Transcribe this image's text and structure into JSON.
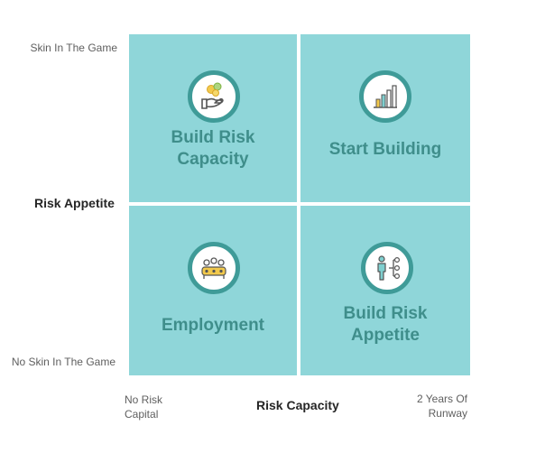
{
  "y_axis": {
    "top": "Skin In The Game",
    "title": "Risk Appetite",
    "bottom": "No Skin In The Game"
  },
  "x_axis": {
    "left_line1": "No Risk",
    "left_line2": "Capital",
    "title": "Risk Capacity",
    "right_line1": "2 Years Of",
    "right_line2": "Runway"
  },
  "quadrants": {
    "top_left": {
      "line1": "Build Risk",
      "line2": "Capacity",
      "icon": "hand-coins-icon"
    },
    "top_right": {
      "line1": "Start Building",
      "icon": "bar-chart-icon"
    },
    "bottom_left": {
      "line1": "Employment",
      "icon": "team-meeting-icon"
    },
    "bottom_right": {
      "line1": "Build Risk",
      "line2": "Appetite",
      "icon": "person-network-icon"
    }
  },
  "colors": {
    "quadrant_fill": "#8fd6d9",
    "icon_ring": "#3f9b98",
    "label_text": "#3f8e8b"
  }
}
